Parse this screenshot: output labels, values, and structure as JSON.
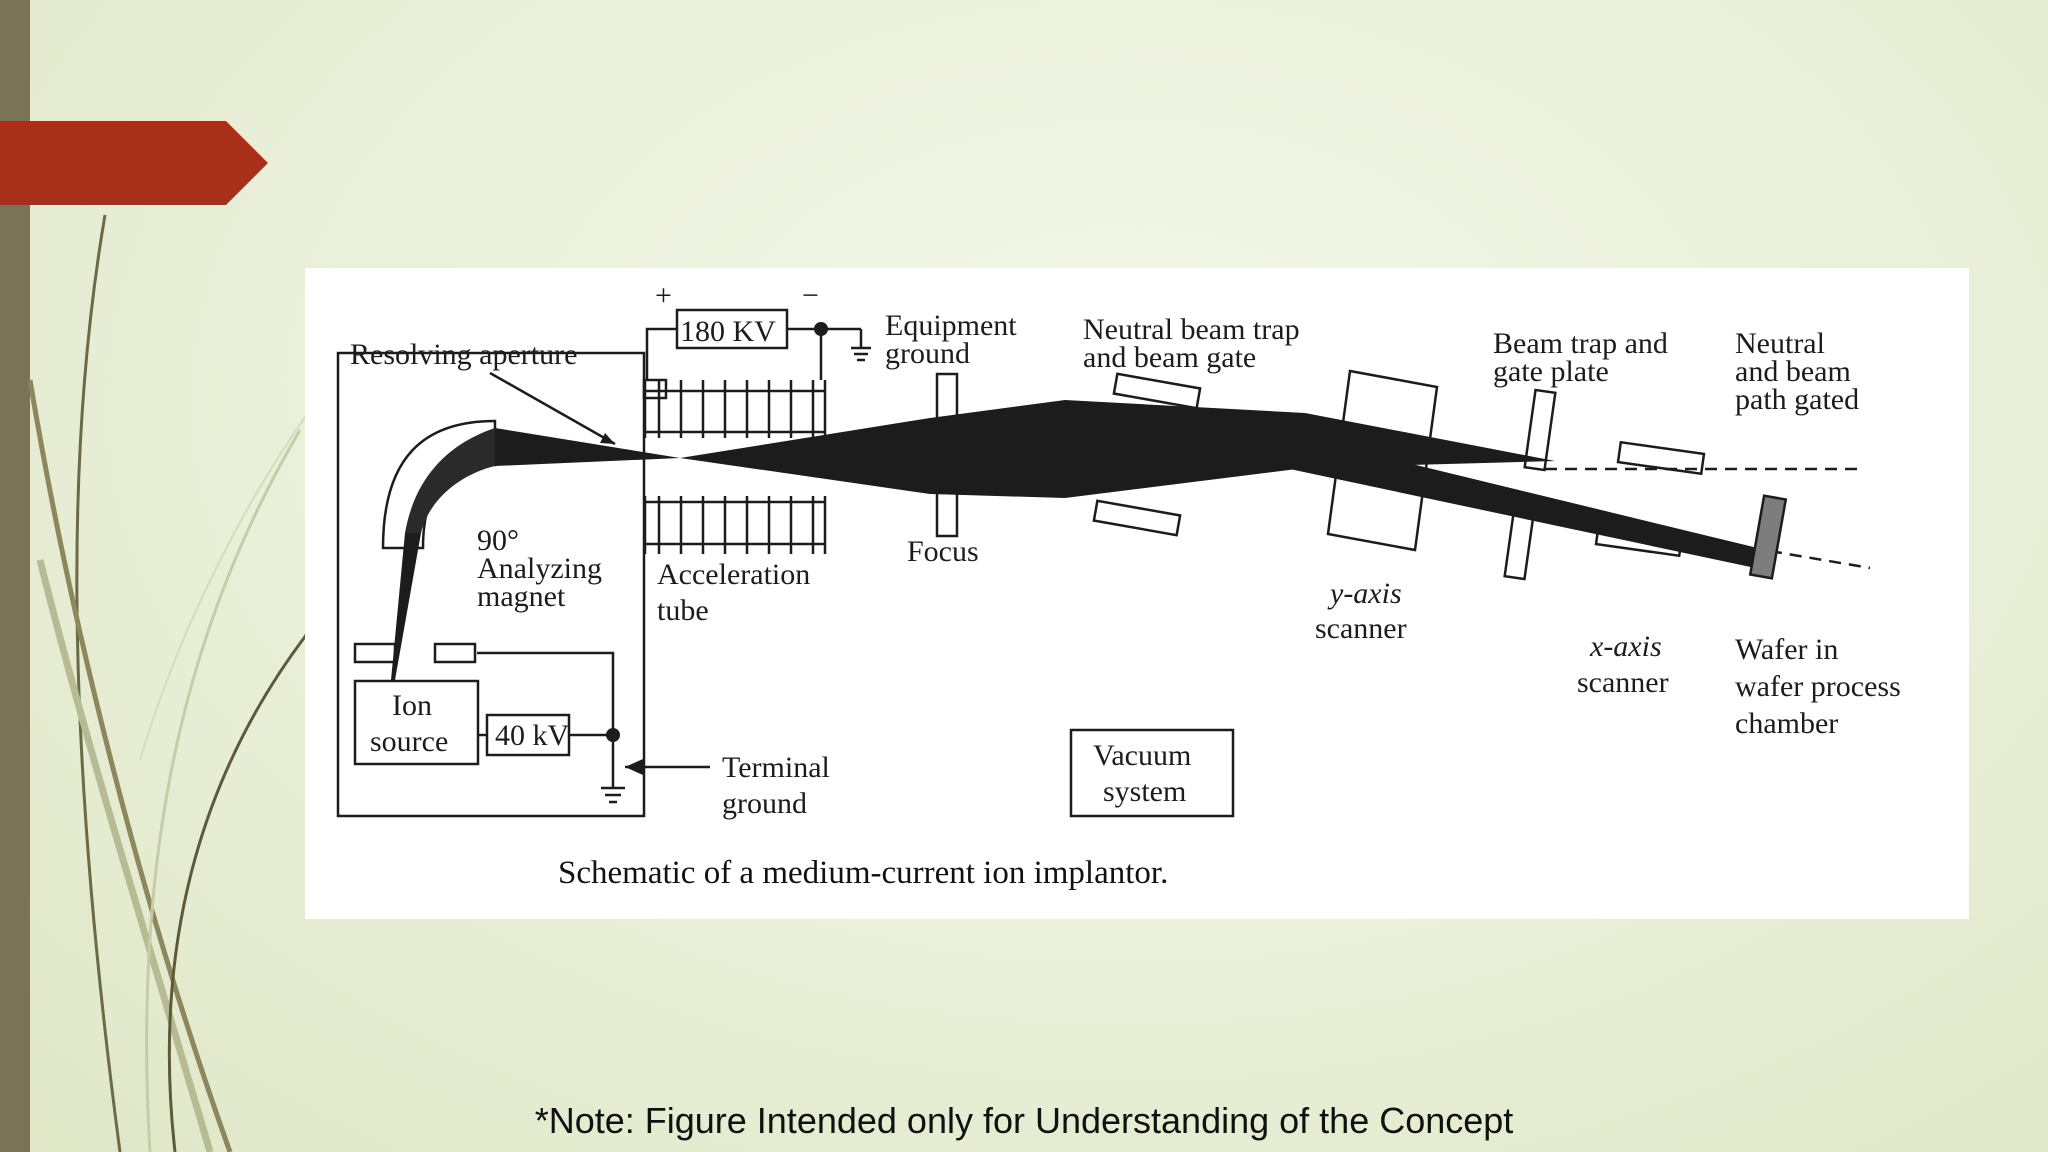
{
  "slide": {
    "accent_color": "#a8301a",
    "sidebar_color": "#7b7358",
    "background_color": "#eef2e0",
    "note": "*Note: Figure Intended only for Understanding of the Concept"
  },
  "figure": {
    "caption": "Schematic of a medium-current ion implantor.",
    "labels": {
      "voltage_180": "180 KV",
      "plus": "+",
      "minus": "−",
      "resolving_aperture": "Resolving aperture",
      "equipment_ground_1": "Equipment",
      "equipment_ground_2": "ground",
      "neutral_trap_1": "Neutral beam trap",
      "neutral_trap_2": "and beam gate",
      "beam_trap_1": "Beam trap and",
      "beam_trap_2": "gate plate",
      "neutral_gated_1": "Neutral",
      "neutral_gated_2": "and beam",
      "neutral_gated_3": "path gated",
      "magnet_1": "90°",
      "magnet_2": "Analyzing",
      "magnet_3": "magnet",
      "accel_1": "Acceleration",
      "accel_2": "tube",
      "focus": "Focus",
      "y_scanner_1": "y-axis",
      "y_scanner_2": "scanner",
      "x_scanner_1": "x-axis",
      "x_scanner_2": "scanner",
      "wafer_1": "Wafer in",
      "wafer_2": "wafer process",
      "wafer_3": "chamber",
      "ion_source_1": "Ion",
      "ion_source_2": "source",
      "voltage_40": "40 kV",
      "terminal_ground_1": "Terminal",
      "terminal_ground_2": "ground",
      "vacuum_1": "Vacuum",
      "vacuum_2": "system"
    }
  }
}
